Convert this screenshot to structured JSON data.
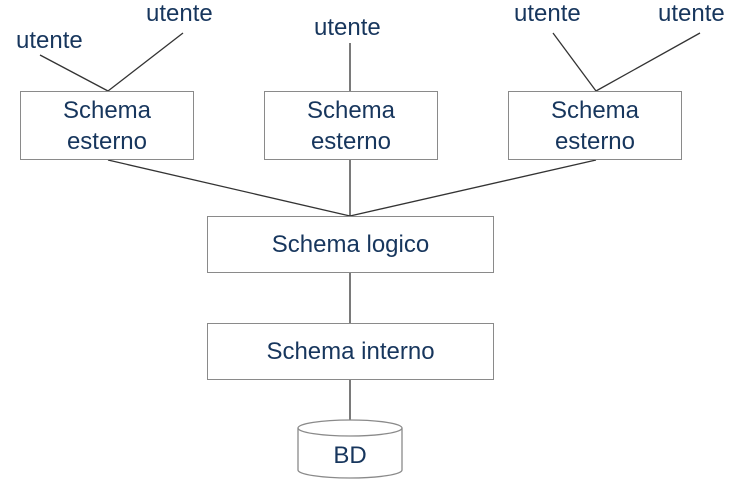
{
  "colors": {
    "text": "#17365d",
    "border": "#8a8a8a",
    "line": "#333333"
  },
  "users": [
    {
      "label": "utente"
    },
    {
      "label": "utente"
    },
    {
      "label": "utente"
    },
    {
      "label": "utente"
    },
    {
      "label": "utente"
    }
  ],
  "external_schemas": [
    {
      "line1": "Schema",
      "line2": "esterno"
    },
    {
      "line1": "Schema",
      "line2": "esterno"
    },
    {
      "line1": "Schema",
      "line2": "esterno"
    }
  ],
  "logical_schema": {
    "label": "Schema logico"
  },
  "internal_schema": {
    "label": "Schema interno"
  },
  "database": {
    "label": "BD"
  }
}
